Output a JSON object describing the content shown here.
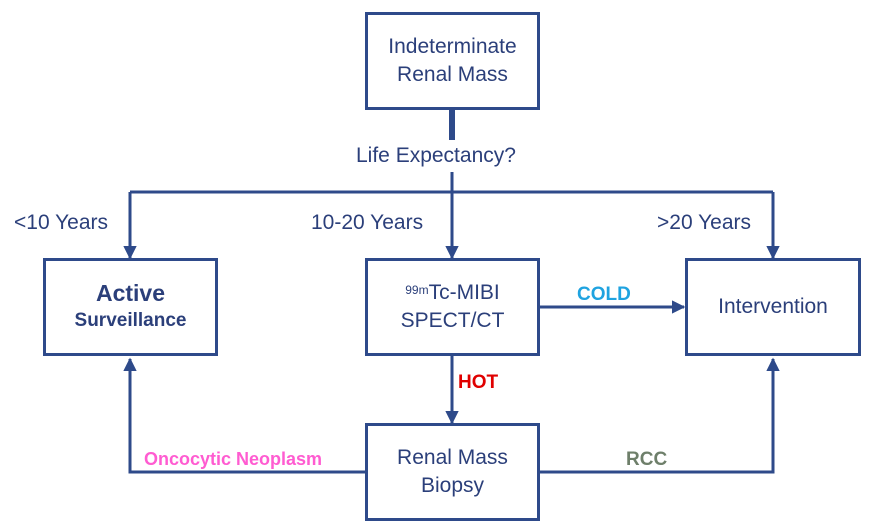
{
  "colors": {
    "box_border": "#2e4a8a",
    "arrow": "#2e4a8a",
    "text": "#2b3f7a",
    "cold": "#1fa3e0",
    "hot": "#e00000",
    "oncocytic": "#ff5cd1",
    "rcc": "#6e7f6a"
  },
  "nodes": {
    "start": {
      "line1": "Indeterminate",
      "line2": "Renal Mass"
    },
    "active": {
      "line1": "Active",
      "line2": "Surveillance"
    },
    "mibi": {
      "sup": "99m",
      "line1": "Tc-MIBI",
      "line2": "SPECT/CT"
    },
    "intervention": {
      "line1": "Intervention"
    },
    "biopsy": {
      "line1": "Renal Mass",
      "line2": "Biopsy"
    }
  },
  "labels": {
    "question": "Life Expectancy?",
    "lt10": "<10 Years",
    "mid": "10-20 Years",
    "gt20": ">20 Years"
  },
  "edges": {
    "cold": "COLD",
    "hot": "HOT",
    "oncocytic": "Oncocytic Neoplasm",
    "rcc": "RCC"
  }
}
